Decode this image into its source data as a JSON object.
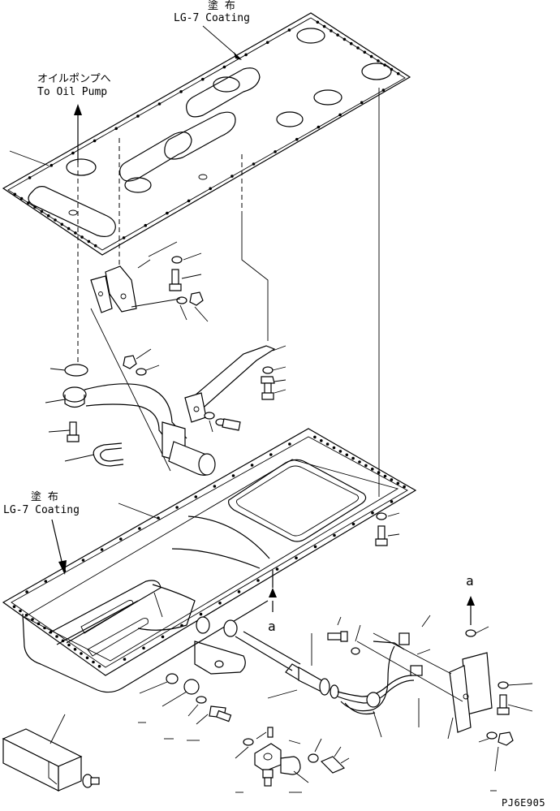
{
  "annotations": {
    "top_coating_jp": "塗 布",
    "top_coating_en": "LG-7 Coating",
    "oil_pump_jp": "オイルポンプへ",
    "oil_pump_en": "To Oil Pump",
    "left_coating_jp": "塗 布",
    "left_coating_en": "LG-7 Coating",
    "ref_a_left": "a",
    "ref_a_right": "a",
    "drawing_number": "PJ6E905"
  }
}
